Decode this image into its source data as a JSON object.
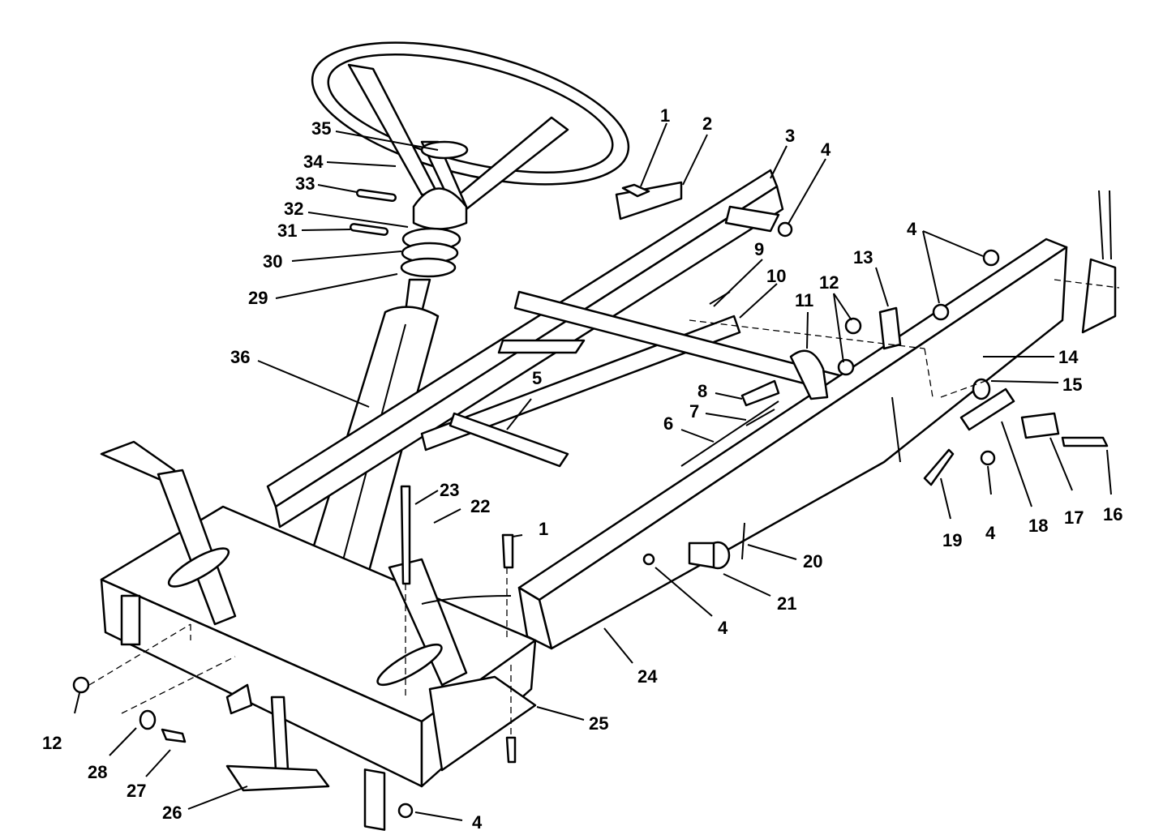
{
  "diagram": {
    "type": "exploded-parts-view",
    "callouts": [
      {
        "id": "c1a",
        "label": "1"
      },
      {
        "id": "c1b",
        "label": "1"
      },
      {
        "id": "c2",
        "label": "2"
      },
      {
        "id": "c3",
        "label": "3"
      },
      {
        "id": "c4a",
        "label": "4"
      },
      {
        "id": "c4b",
        "label": "4"
      },
      {
        "id": "c4c",
        "label": "4"
      },
      {
        "id": "c4d",
        "label": "4"
      },
      {
        "id": "c4e",
        "label": "4"
      },
      {
        "id": "c5",
        "label": "5"
      },
      {
        "id": "c6",
        "label": "6"
      },
      {
        "id": "c7",
        "label": "7"
      },
      {
        "id": "c8",
        "label": "8"
      },
      {
        "id": "c9",
        "label": "9"
      },
      {
        "id": "c10",
        "label": "10"
      },
      {
        "id": "c11",
        "label": "11"
      },
      {
        "id": "c12a",
        "label": "12"
      },
      {
        "id": "c12b",
        "label": "12"
      },
      {
        "id": "c13",
        "label": "13"
      },
      {
        "id": "c14",
        "label": "14"
      },
      {
        "id": "c15",
        "label": "15"
      },
      {
        "id": "c16",
        "label": "16"
      },
      {
        "id": "c17",
        "label": "17"
      },
      {
        "id": "c18",
        "label": "18"
      },
      {
        "id": "c19",
        "label": "19"
      },
      {
        "id": "c20",
        "label": "20"
      },
      {
        "id": "c21",
        "label": "21"
      },
      {
        "id": "c22",
        "label": "22"
      },
      {
        "id": "c23",
        "label": "23"
      },
      {
        "id": "c24",
        "label": "24"
      },
      {
        "id": "c25",
        "label": "25"
      },
      {
        "id": "c26",
        "label": "26"
      },
      {
        "id": "c27",
        "label": "27"
      },
      {
        "id": "c28",
        "label": "28"
      },
      {
        "id": "c29",
        "label": "29"
      },
      {
        "id": "c30",
        "label": "30"
      },
      {
        "id": "c31",
        "label": "31"
      },
      {
        "id": "c32",
        "label": "32"
      },
      {
        "id": "c33",
        "label": "33"
      },
      {
        "id": "c34",
        "label": "34"
      },
      {
        "id": "c35",
        "label": "35"
      },
      {
        "id": "c36",
        "label": "36"
      }
    ]
  }
}
